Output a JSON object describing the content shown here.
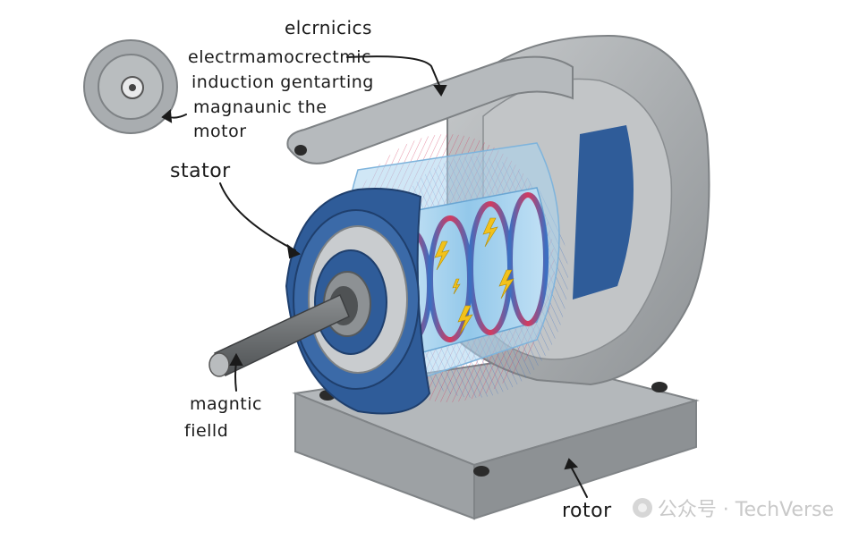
{
  "labels": {
    "top": "elcrnicics",
    "description_line1": "electrmamocrectmic",
    "description_line2": "induction gentarting",
    "description_line3": "magnaunic the",
    "description_line4": "motor",
    "stator": "stator",
    "field_line1": "magntic",
    "field_line2": "fielld",
    "rotor": "rotor"
  },
  "watermark": {
    "text": "公众号 · TechVerse"
  },
  "colors": {
    "housing": "#a9adb0",
    "housing_dark": "#8d9194",
    "stator_blue": "#2f5c99",
    "core_light_blue": "#a9d4ee",
    "coil_red": "#d43a5e",
    "coil_blue": "#3d6fc1",
    "spark_yellow": "#f2c21b",
    "shaft": "#6b6e70"
  }
}
